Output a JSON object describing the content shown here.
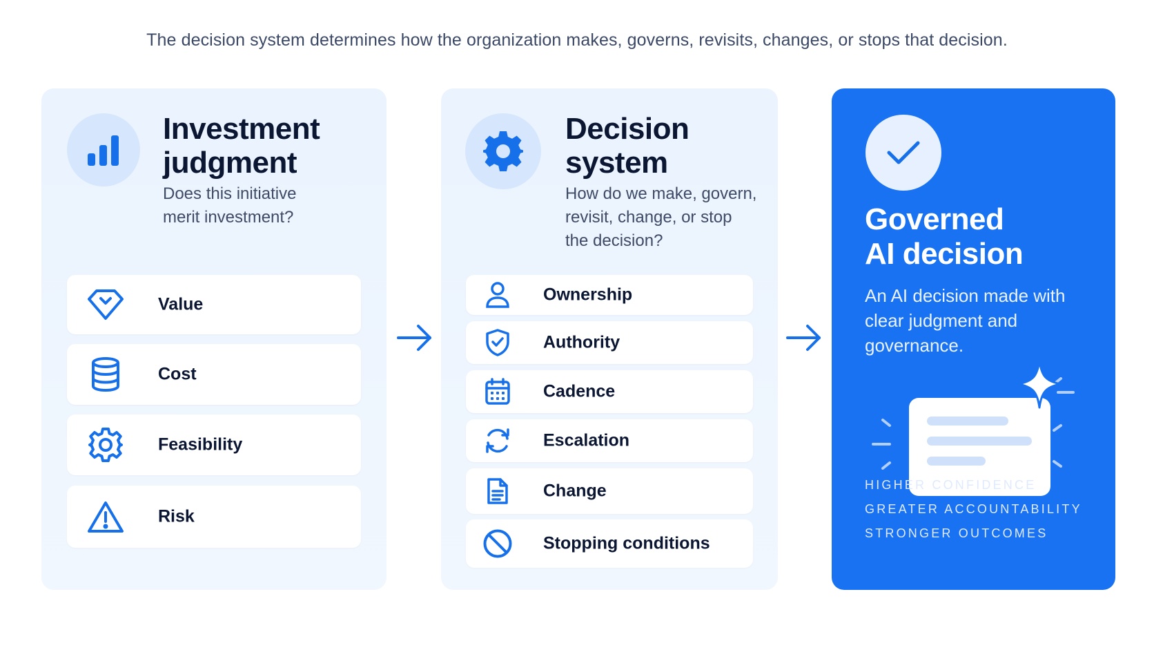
{
  "subtitle": "The decision system determines how the organization makes, governs, revisits, changes, or stops that decision.",
  "colors": {
    "accent": "#1872f2",
    "card_bg": "#eef5fe",
    "icon_blue": "#1670ea"
  },
  "investment": {
    "icon": "bar-chart-icon",
    "title_line1": "Investment",
    "title_line2": "judgment",
    "question_line1": "Does this initiative",
    "question_line2": "merit investment?",
    "items": [
      {
        "label": "Value",
        "icon": "diamond-icon"
      },
      {
        "label": "Cost",
        "icon": "coins-icon"
      },
      {
        "label": "Feasibility",
        "icon": "gear-icon"
      },
      {
        "label": "Risk",
        "icon": "warning-icon"
      }
    ]
  },
  "system": {
    "icon": "gear-icon",
    "title_line1": "Decision",
    "title_line2": "system",
    "question_line1": "How do we make, govern,",
    "question_line2": "revisit, change, or stop",
    "question_line3": "the decision?",
    "items": [
      {
        "label": "Ownership",
        "icon": "user-icon"
      },
      {
        "label": "Authority",
        "icon": "shield-check-icon"
      },
      {
        "label": "Cadence",
        "icon": "calendar-icon"
      },
      {
        "label": "Escalation",
        "icon": "refresh-icon"
      },
      {
        "label": "Change",
        "icon": "document-icon"
      },
      {
        "label": "Stopping conditions",
        "icon": "prohibited-icon"
      }
    ]
  },
  "governed": {
    "icon": "checkmark-icon",
    "title_line1": "Governed",
    "title_line2": "AI decision",
    "desc_line1": "An AI decision made with",
    "desc_line2": "clear judgment and",
    "desc_line3": "governance.",
    "benefits": [
      "HIGHER CONFIDENCE",
      "GREATER ACCOUNTABILITY",
      "STRONGER OUTCOMES"
    ]
  }
}
